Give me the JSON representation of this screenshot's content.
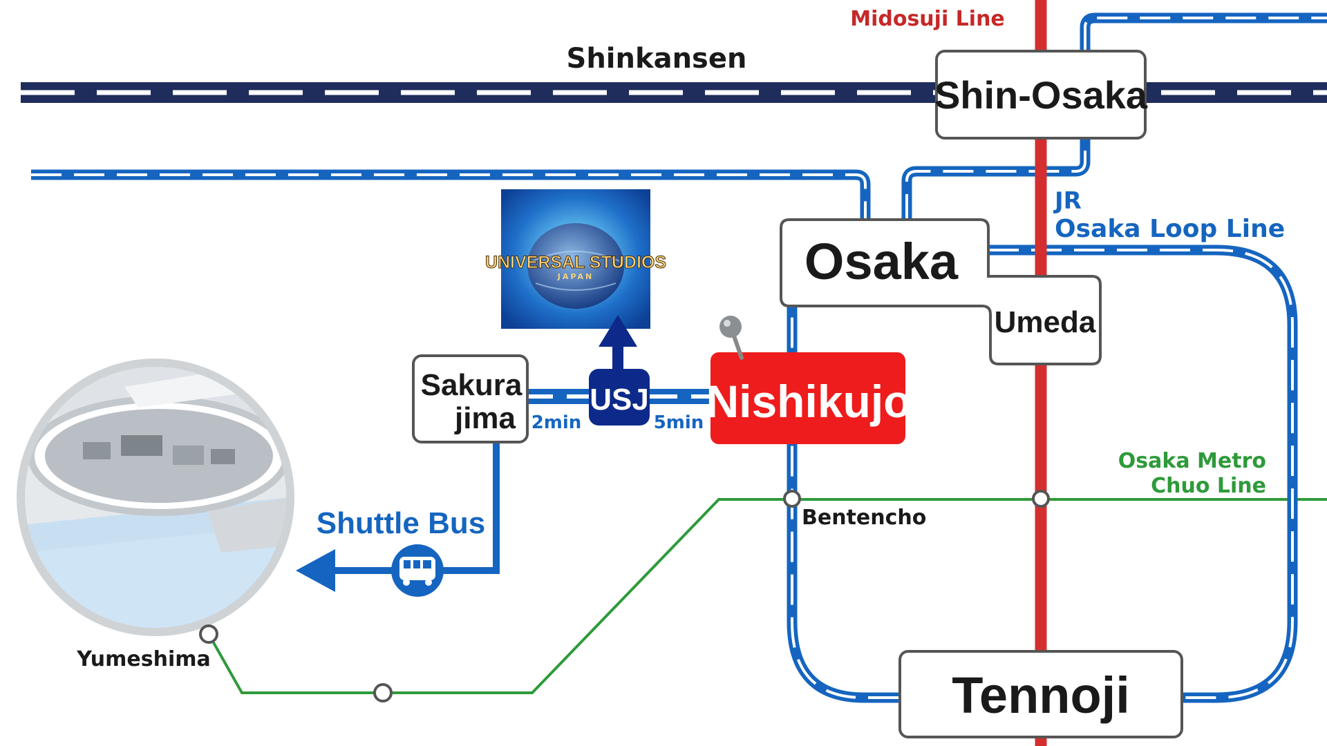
{
  "lines": {
    "shinkansen": "Shinkansen",
    "midosuji": "Midosuji Line",
    "jr_1": "JR",
    "jr_2": "Osaka Loop Line",
    "chuo_1": "Osaka Metro",
    "chuo_2": "Chuo Line",
    "shuttle": "Shuttle Bus"
  },
  "stations": {
    "shin_osaka": "Shin-Osaka",
    "osaka": "Osaka",
    "umeda": "Umeda",
    "sakurajima_1": "Sakura",
    "sakurajima_2": "jima",
    "usj": "USJ",
    "nishikujo": "Nishikujo",
    "bentencho": "Bentencho",
    "tennoji": "Tennoji",
    "yumeshima": "Yumeshima"
  },
  "times": {
    "sakurajima_usj": "2min",
    "usj_nishikujo": "5min"
  },
  "logo": {
    "line1": "UNIVERSAL STUDIOS",
    "line2": "JAPAN"
  },
  "colors": {
    "shinkansen": "#1f2d5c",
    "jr": "#1565c0",
    "midosuji": "#d32f2f",
    "chuo": "#2e9a3a",
    "nishikujo_box": "#ee1c1c",
    "usj_badge": "#0d2a8a"
  },
  "icons": [
    "map-pin-icon",
    "bus-icon",
    "arrow-up-icon",
    "arrow-left-icon",
    "globe-icon"
  ]
}
